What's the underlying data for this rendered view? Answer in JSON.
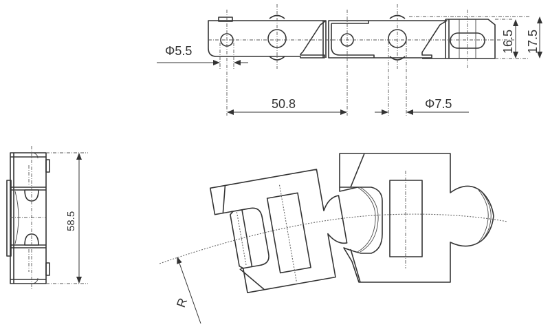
{
  "diagram": {
    "type": "technical-drawing",
    "subject": "chain link (plate + pin) — side, front and flexed top views",
    "line_color": "#333333",
    "background": "#ffffff"
  },
  "dimensions": {
    "pin_hole_diameter": "Φ5.5",
    "pitch": "50.8",
    "roller_diameter": "Φ7.5",
    "inner_height": "16.5",
    "outer_height": "17.5",
    "width": "58.5",
    "bend_radius": "R"
  },
  "views": [
    {
      "name": "side-view",
      "position": "top-right",
      "labels": [
        "Φ5.5",
        "50.8",
        "Φ7.5",
        "16.5",
        "17.5"
      ]
    },
    {
      "name": "end-view",
      "position": "left",
      "labels": [
        "58.5"
      ]
    },
    {
      "name": "flexed-top-view",
      "position": "bottom-right",
      "labels": [
        "R"
      ]
    }
  ]
}
